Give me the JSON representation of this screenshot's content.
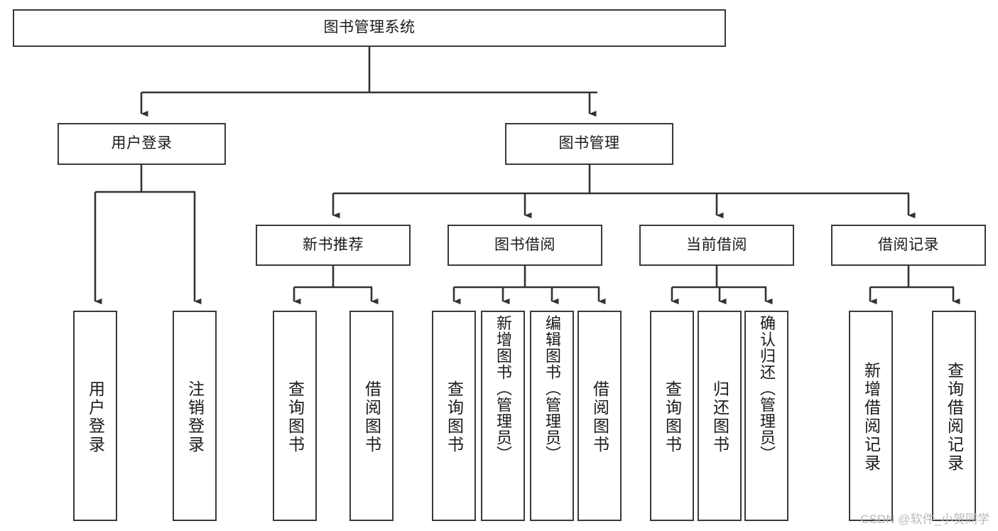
{
  "diagram": {
    "title": "图书管理系统",
    "type": "tree-hierarchy-chart",
    "watermark": "CSDN @软件_小贺同学",
    "colors": {
      "box_border": "#3a3a3a",
      "box_fill": "#ffffff",
      "connector": "#333333",
      "text": "#1a1a1a",
      "watermark": "#b9b9b9"
    },
    "nodes": {
      "root": {
        "label": "图书管理系统"
      },
      "level2": [
        {
          "id": "user-login",
          "label": "用户登录"
        },
        {
          "id": "book-manage",
          "label": "图书管理"
        }
      ],
      "level3": [
        {
          "id": "new-book-recommend",
          "label": "新书推荐"
        },
        {
          "id": "book-borrow",
          "label": "图书借阅"
        },
        {
          "id": "current-borrow",
          "label": "当前借阅"
        },
        {
          "id": "borrow-record",
          "label": "借阅记录"
        }
      ],
      "leaves": {
        "user_login": [
          {
            "id": "leaf-user-login",
            "label": "用户登录"
          },
          {
            "id": "leaf-user-logout",
            "label": "注销登录"
          }
        ],
        "new_book_recommend": [
          {
            "id": "leaf-query-book-1",
            "label": "查询图书"
          },
          {
            "id": "leaf-borrow-book-1",
            "label": "借阅图书"
          }
        ],
        "book_borrow": [
          {
            "id": "leaf-query-book-2",
            "label": "查询图书"
          },
          {
            "id": "leaf-add-book",
            "label": "新增图书（管理员）"
          },
          {
            "id": "leaf-edit-book",
            "label": "编辑图书（管理员）"
          },
          {
            "id": "leaf-borrow-book-2",
            "label": "借阅图书"
          }
        ],
        "current_borrow": [
          {
            "id": "leaf-query-book-3",
            "label": "查询图书"
          },
          {
            "id": "leaf-return-book",
            "label": "归还图书"
          },
          {
            "id": "leaf-confirm-return",
            "label": "确认归还（管理员）"
          }
        ],
        "borrow_record": [
          {
            "id": "leaf-add-record",
            "label": "新增借阅记录"
          },
          {
            "id": "leaf-query-record",
            "label": "查询借阅记录"
          }
        ]
      }
    }
  }
}
